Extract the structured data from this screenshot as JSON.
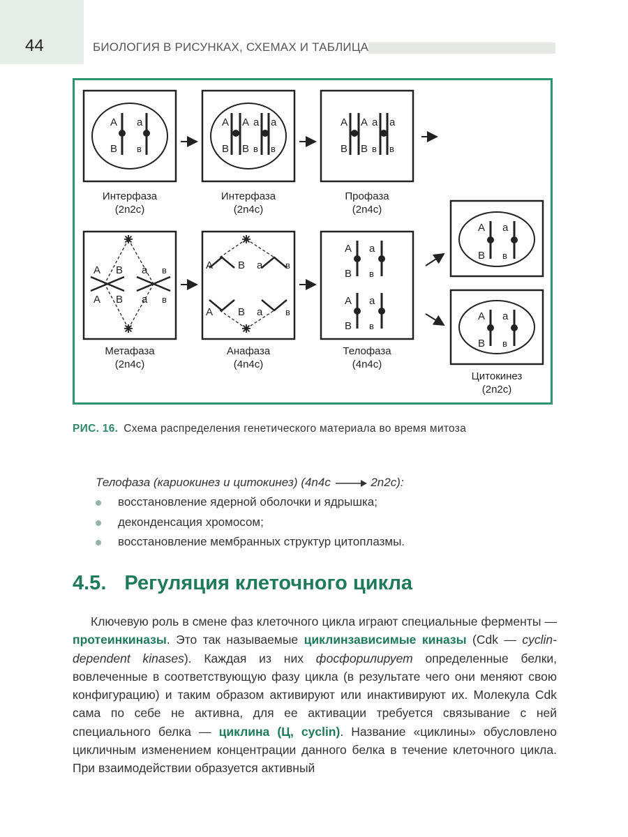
{
  "header": {
    "page_number": "44",
    "running_title": "БИОЛОГИЯ В РИСУНКАХ, СХЕМАХ И ТАБЛИЦАХ"
  },
  "figure": {
    "stages": [
      {
        "name": "Интерфаза",
        "formula": "(2n2c)"
      },
      {
        "name": "Интерфаза",
        "formula": "(2n4c)"
      },
      {
        "name": "Профаза",
        "formula": "(2n4c)"
      },
      {
        "name": "Метафаза",
        "formula": "(2n4c)"
      },
      {
        "name": "Анафаза",
        "formula": "(4n4c)"
      },
      {
        "name": "Телофаза",
        "formula": "(4n4c)"
      },
      {
        "name": "Цитокинез",
        "formula": "(2n2c)"
      }
    ],
    "allele_labels": {
      "dominant_1": "A",
      "recessive_1": "a",
      "dominant_2": "B",
      "recessive_2": "в"
    },
    "colors": {
      "frame": "#2e9470",
      "ink": "#222222"
    }
  },
  "caption": {
    "number": "РИС. 16.",
    "text": "Схема распределения генетического материала во время митоза"
  },
  "telophase": {
    "heading_start": "Телофаза (кариокинез и цитокинез) (4n4c",
    "heading_end": "2n2c):",
    "items": [
      "восстановление ядерной оболочки и ядрышка;",
      "деконденсация хромосом;",
      "восстановление мембранных структур цитоплазмы."
    ]
  },
  "section": {
    "number": "4.5.",
    "title": "Регуляция клеточного цикла"
  },
  "paragraph": {
    "t1": "Ключевую роль в смене фаз клеточного цикла играют специальные ферменты — ",
    "hl1": "протеинкиназы",
    "t2": ". Это так называемые ",
    "hl2": "циклинзависимые киназы",
    "t3": " (Cdk — ",
    "it1": "cyclin-dependent kinases",
    "t4": "). Каждая из них ",
    "it2": "фосфорилирует",
    "t5": " определенные белки, вовлеченные в соответствующую фазу цикла (в результате чего они меняют свою конфигурацию) и таким образом активируют или инактивируют их. Молекула Cdk сама по себе не активна, для ее активации требуется связывание с ней специального белка — ",
    "hl3": "циклина (Ц, cyclin)",
    "t6": ". Название «циклины» обусловлено цикличным изменением концентрации данного белка в течение клеточного цикла. При взаимодействии образуется активный"
  }
}
